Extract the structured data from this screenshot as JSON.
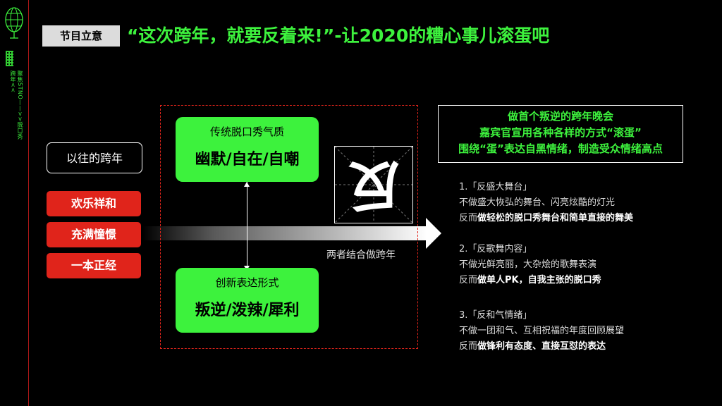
{
  "sidebar": {
    "vertical_text": "聚焦STNO——>>脱口秀跨年<<",
    "globe_icon": "globe-icon",
    "qr_icon": "qr-code-icon"
  },
  "header": {
    "section_label": "节目立意",
    "headline": "“这次跨年，就要反着来!”-让2020的糟心事儿滚蛋吧"
  },
  "left": {
    "title": "以往的跨年",
    "tags": [
      "欢乐祥和",
      "充满憧憬",
      "一本正经"
    ]
  },
  "center": {
    "top_box": {
      "subtitle": "传统脱口秀气质",
      "main": "幽默/自在/自嘲"
    },
    "bottom_box": {
      "subtitle": "创新表达形式",
      "main": "叛逆/泼辣/犀利"
    },
    "reverse_char": "反",
    "combine_text": "两者结合做跨年"
  },
  "right": {
    "box_lines": [
      "做首个叛逆的跨年晚会",
      "嘉宾官宣用各种各样的方式“滚蛋”",
      "围绕“蛋”表达自黑情绪，制造受众情绪高点"
    ],
    "items": [
      {
        "heading": "1.「反盛大舞台」",
        "line1": "不做盛大恢弘的舞台、闪亮炫酷的灯光",
        "line2_prefix": "反而",
        "line2_bold": "做轻松的脱口秀舞台和简单直接的舞美"
      },
      {
        "heading": "2.「反歌舞内容」",
        "line1": "不做光鲜亮丽，大杂烩的歌舞表演",
        "line2_prefix": "反而",
        "line2_bold": "做单人PK，自我主张的脱口秀"
      },
      {
        "heading": "3.「反和气情绪」",
        "line1": "不做一团和气、互相祝福的年度回顾展望",
        "line2_prefix": "反而",
        "line2_bold": "做锋利有态度、直接互怼的表达"
      }
    ]
  },
  "colors": {
    "accent_green": "#3df23d",
    "accent_red": "#e0241b",
    "background": "#000000"
  }
}
